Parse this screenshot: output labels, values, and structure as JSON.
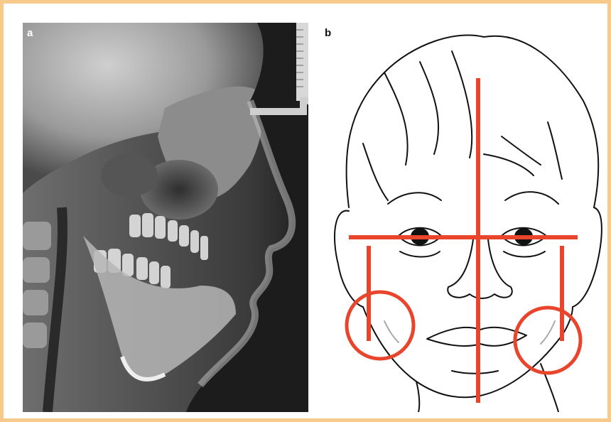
{
  "figure": {
    "border_color": "#f7c98a",
    "panels": [
      {
        "label": "a",
        "content": "radiograph-skull-lateral"
      },
      {
        "label": "b",
        "content": "face-line-drawing"
      }
    ],
    "overlay_color": "#e8452c"
  }
}
